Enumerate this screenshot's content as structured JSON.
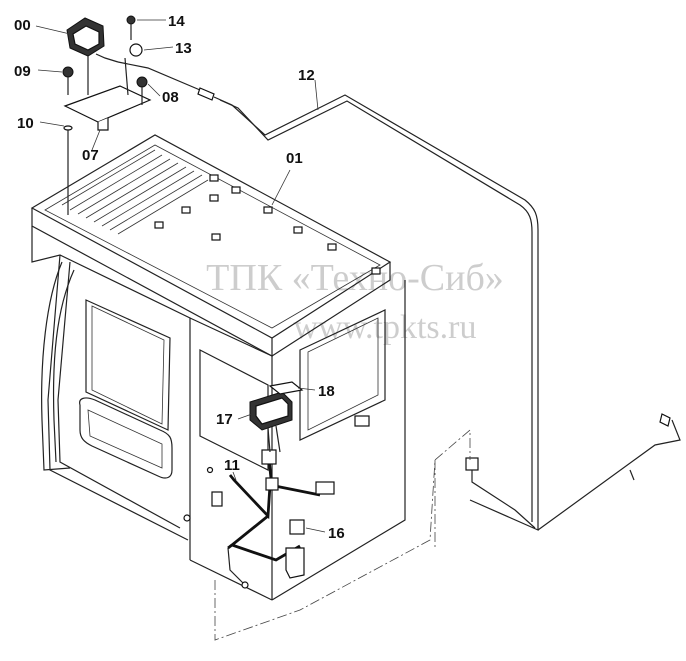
{
  "watermark": {
    "line1": "ТПК «Техно-Сиб»",
    "line2": "www.tpkts.ru"
  },
  "callouts": {
    "c00": "00",
    "c14": "14",
    "c13": "13",
    "c09": "09",
    "c08": "08",
    "c10": "10",
    "c07": "07",
    "c12": "12",
    "c01": "01",
    "c18": "18",
    "c17": "17",
    "c11": "11",
    "c16": "16"
  }
}
